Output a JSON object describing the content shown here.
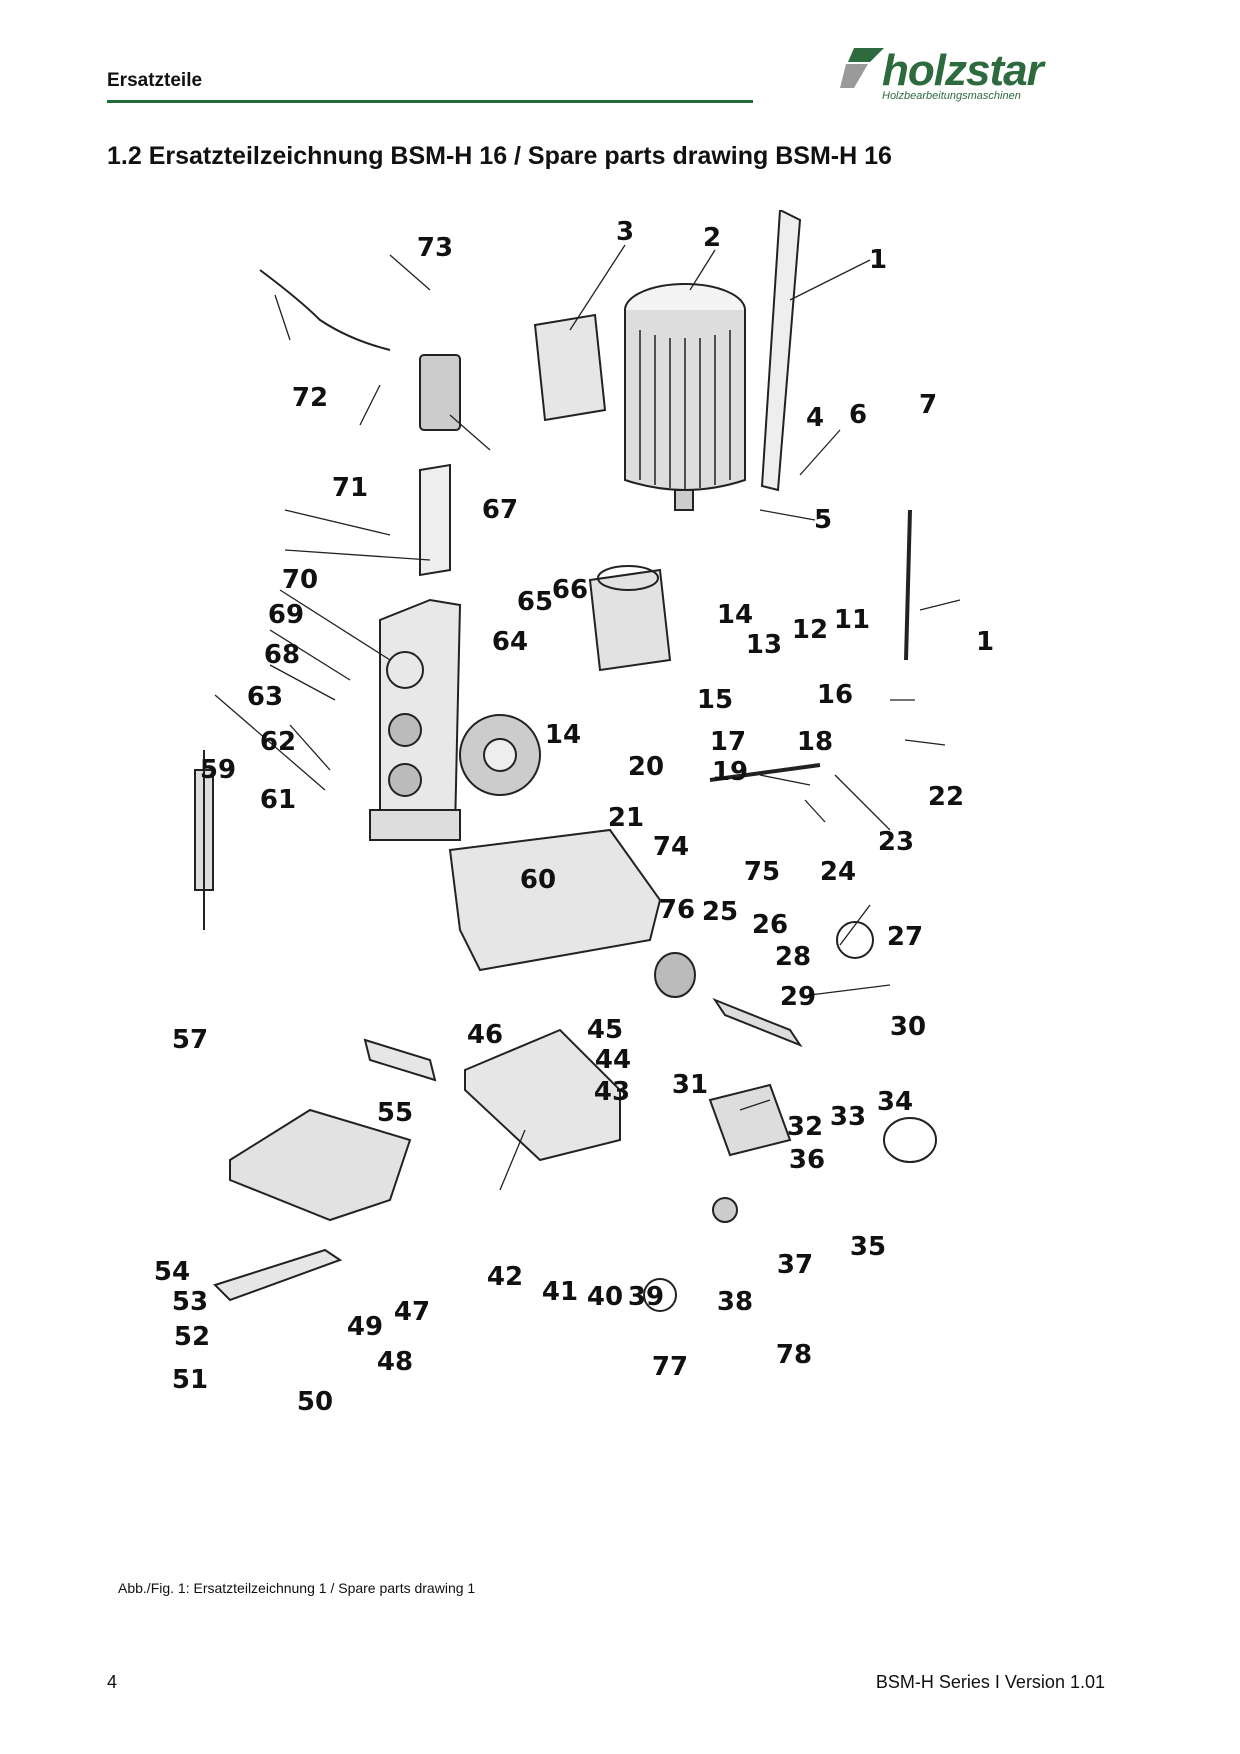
{
  "header": {
    "section": "Ersatzteile",
    "logo_text": "holzstar",
    "logo_tagline": "Holzbearbeitungsmaschinen"
  },
  "title": "1.2   Ersatzteilzeichnung BSM-H 16 / Spare parts drawing BSM-H 16",
  "drawing": {
    "callouts": [
      "1",
      "2",
      "3",
      "4",
      "5",
      "6",
      "7",
      "11",
      "12",
      "13",
      "14",
      "14",
      "15",
      "16",
      "17",
      "18",
      "19",
      "20",
      "21",
      "22",
      "23",
      "24",
      "25",
      "26",
      "27",
      "28",
      "29",
      "30",
      "31",
      "32",
      "33",
      "34",
      "35",
      "36",
      "37",
      "38",
      "39",
      "40",
      "41",
      "42",
      "43",
      "44",
      "45",
      "46",
      "47",
      "48",
      "49",
      "50",
      "51",
      "52",
      "53",
      "54",
      "55",
      "57",
      "59",
      "60",
      "61",
      "62",
      "63",
      "64",
      "65",
      "66",
      "67",
      "68",
      "69",
      "70",
      "71",
      "72",
      "73",
      "74",
      "75",
      "76",
      "77",
      "78",
      "1"
    ]
  },
  "caption": "Abb./Fig. 1: Ersatzteilzeichnung 1 / Spare parts drawing 1",
  "footer": {
    "page_number": "4",
    "doc_version": "BSM-H Series I Version 1.01"
  },
  "colors": {
    "accent_green": "#1f6b3a",
    "logo_green": "#2d6a3e"
  }
}
